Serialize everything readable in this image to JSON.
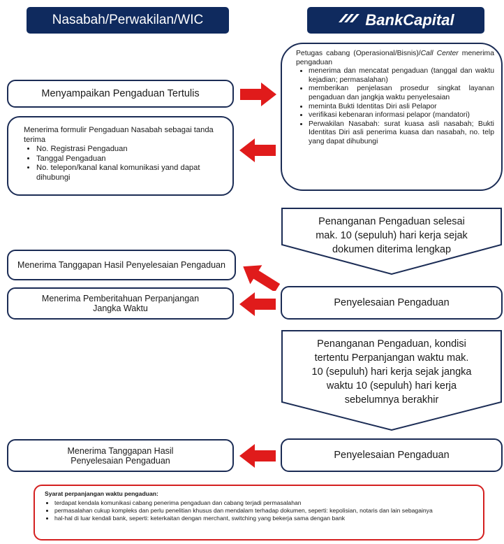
{
  "headers": {
    "left_title": "Nasabah/Perwakilan/WIC",
    "right_title": "BankCapital",
    "logo_icon": "bankcapital-logo-icon"
  },
  "officer_box": {
    "intro_prefix": "Petugas cabang (Operasional/Bisnis)/",
    "intro_italic": "Call Center",
    "intro_suffix": "menerima pengaduan",
    "items": [
      "menerima dan mencatat pengaduan (tanggal dan waktu kejadian; permasalahan)",
      "memberikan penjelasan prosedur singkat layanan pengaduan dan jangkja waktu penyelesaian",
      "meminta Bukti Identitas Diri asli Pelapor",
      "verifikasi kebenaran informasi pelapor (mandatori)",
      "Perwakilan Nasabah: surat kuasa asli nasabah; Bukti Identitas Diri asli penerima kuasa dan nasabah, no. telp yang dapat dihubungi"
    ]
  },
  "left_boxes": {
    "submit_complaint": "Menyampaikan Pengaduan Tertulis",
    "receive_form_intro": "Menerima formulir Pengaduan Nasabah sebagai tanda terima",
    "receive_form_items": [
      "No. Registrasi Pengaduan",
      "Tanggal Pengaduan",
      "No. telepon/kanal kanal komunikasi yand dapat dihubungi"
    ],
    "receive_result_1": "Menerima Tanggapan Hasil Penyelesaian Pengaduan",
    "receive_extension_notice": "Menerima Pemberitahuan Perpanjangan Jangka Waktu",
    "receive_result_2": "Menerima Tanggapan Hasil Penyelesaian Pengaduan"
  },
  "right_steps": {
    "handling_1": "Penanganan Pengaduan selesai mak. 10 (sepuluh) hari kerja sejak dokumen diterima lengkap",
    "resolution_1": "Penyelesaian Pengaduan",
    "handling_2": "Penanganan Pengaduan, kondisi tertentu Perpanjangan waktu mak. 10 (sepuluh) hari kerja sejak jangka waktu 10 (sepuluh) hari kerja sebelumnya berakhir",
    "resolution_2": "Penyelesaian Pengaduan"
  },
  "extension_note": {
    "title": "Syarat perpanjangan waktu pengaduan:",
    "items": [
      "terdapat kendala komunikasi cabang penerima pengaduan dan cabang terjadi permasalahan",
      "permasalahan cukup kompleks dan perlu penelitian khusus dan mendalam terhadap dokumen, seperti: kepolisian, notaris dan lain sebagainya",
      "hal-hal di luar kendali bank, seperti: keterkaitan dengan merchant, switching yang bekerja sama dengan bank"
    ]
  },
  "colors": {
    "header_bg": "#0f2a5e",
    "box_border": "#1b2c55",
    "arrow_red": "#e01b1b",
    "note_border": "#d42020"
  }
}
